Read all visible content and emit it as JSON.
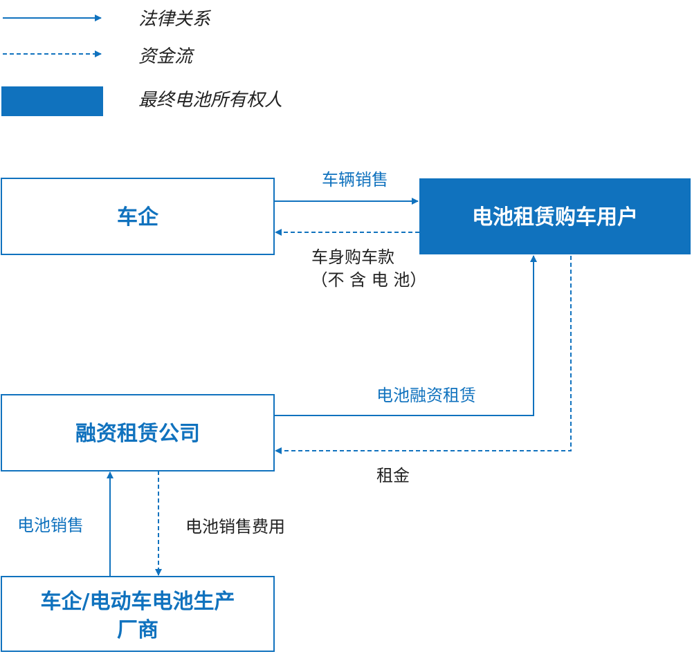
{
  "colors": {
    "primary": "#1072BE",
    "text_dark": "#222222",
    "white": "#ffffff"
  },
  "legend": {
    "legal_relation": "法律关系",
    "fund_flow": "资金流",
    "final_owner": "最终电池所有权人"
  },
  "nodes": {
    "car_maker": "车企",
    "battery_lease_user": "电池租赁购车用户",
    "finance_lease_company": "融资租赁公司",
    "manufacturer_line1": "车企/电动车电池生产",
    "manufacturer_line2": "厂商"
  },
  "edges": {
    "vehicle_sales": "车辆销售",
    "body_payment_line1": "车身购车款",
    "body_payment_line2": "（不 含 电 池）",
    "battery_finance_lease": "电池融资租赁",
    "rent": "租金",
    "battery_sales": "电池销售",
    "battery_sales_fee": "电池销售费用"
  }
}
